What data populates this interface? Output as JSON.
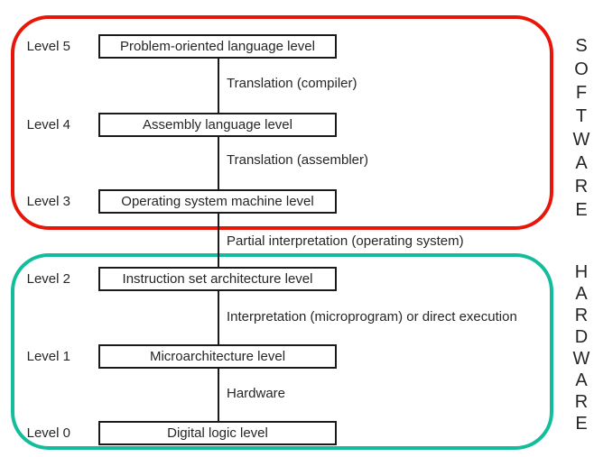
{
  "diagram": {
    "type": "layered-machine-levels",
    "side_labels": {
      "software": "SOFTWARE",
      "hardware": "HARDWARE"
    },
    "colors": {
      "software_outline": "#e81609",
      "hardware_outline": "#13bd9c",
      "box_border": "#1a1a1a",
      "text": "#262626",
      "background": "#ffffff"
    },
    "groups": [
      {
        "name": "software",
        "levels": [
          "Level 5",
          "Level 4",
          "Level 3"
        ]
      },
      {
        "name": "hardware",
        "levels": [
          "Level 2",
          "Level 1",
          "Level 0"
        ]
      }
    ],
    "levels": [
      {
        "label": "Level 5",
        "name": "Problem-oriented language level",
        "transition_below": "Translation (compiler)"
      },
      {
        "label": "Level 4",
        "name": "Assembly language level",
        "transition_below": "Translation (assembler)"
      },
      {
        "label": "Level 3",
        "name": "Operating system machine level",
        "transition_below": "Partial interpretation (operating system)"
      },
      {
        "label": "Level 2",
        "name": "Instruction set architecture level",
        "transition_below": "Interpretation (microprogram) or direct execution"
      },
      {
        "label": "Level 1",
        "name": "Microarchitecture level",
        "transition_below": "Hardware"
      },
      {
        "label": "Level 0",
        "name": "Digital logic level",
        "transition_below": ""
      }
    ]
  }
}
